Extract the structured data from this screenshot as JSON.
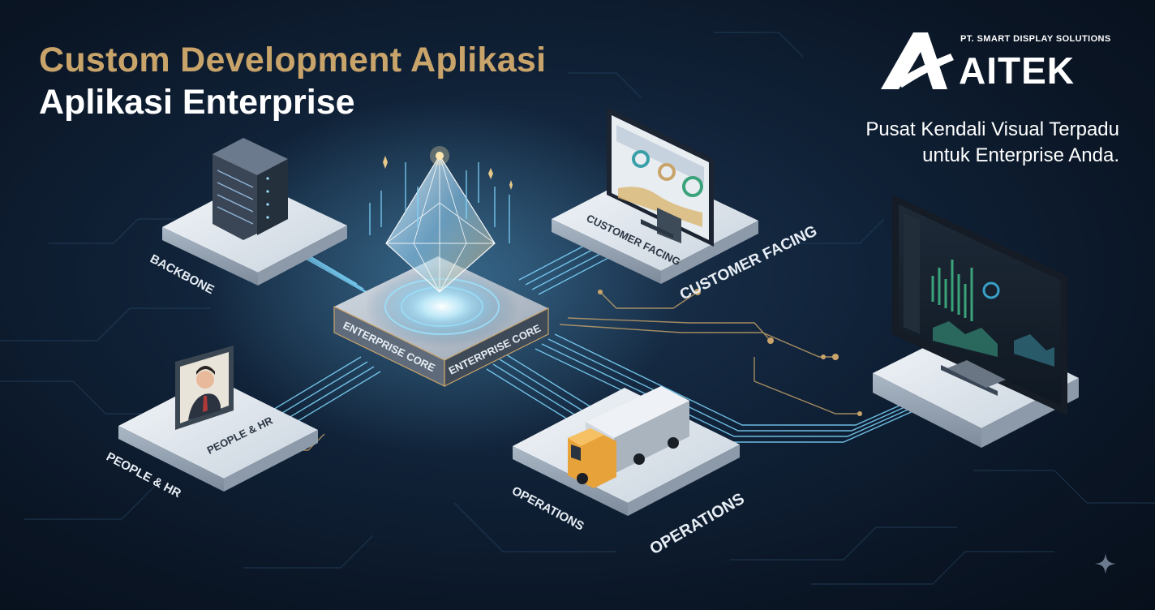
{
  "title": {
    "line1": "Custom Development Aplikasi",
    "line2": "Aplikasi Enterprise"
  },
  "brand": {
    "company": "PT. SMART DISPLAY SOLUTIONS",
    "name": "AITEK"
  },
  "tagline": {
    "line1": "Pusat Kendali Visual Terpadu",
    "line2": "untuk Enterprise Anda."
  },
  "labels": {
    "backbone": "BACKBONE",
    "customer_platform": "CUSTOMER FACING",
    "customer_floor": "CUSTOMER FACING",
    "core_left": "ENTERPRISE CORE",
    "core_right": "ENTERPRISE CORE",
    "people_platform": "PEOPLE & HR",
    "people_floor": "PEOPLE & HR",
    "operations_platform": "OPERATIONS",
    "operations_floor": "OPERATIONS"
  },
  "icons": {
    "logo": "aitek-logo-icon",
    "sparkle": "sparkle-icon",
    "server": "server-rack-icon",
    "crystal": "crystal-icon",
    "monitor": "monitor-icon",
    "avatar": "person-icon",
    "truck": "truck-icon"
  },
  "colors": {
    "gold": "#c9a46a",
    "cyan": "#7fd8ff",
    "platform": "#dfe6ee"
  }
}
